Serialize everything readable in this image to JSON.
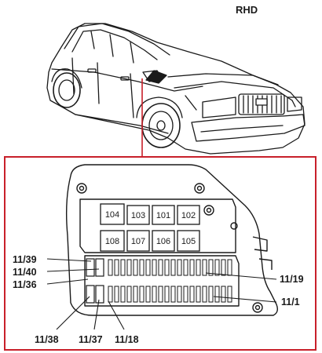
{
  "header": {
    "variant": "RHD"
  },
  "colors": {
    "callout_frame": "#c8202a",
    "line": "#1a1a1a",
    "paper": "#ffffff"
  },
  "relays": {
    "r104": "104",
    "r103": "103",
    "r101": "101",
    "r102": "102",
    "r108": "108",
    "r107": "107",
    "r106": "106",
    "r105": "105"
  },
  "callouts": {
    "c11_39": "11/39",
    "c11_40": "11/40",
    "c11_36": "11/36",
    "c11_19": "11/19",
    "c11_1": "11/1",
    "c11_38": "11/38",
    "c11_37": "11/37",
    "c11_18": "11/18"
  }
}
